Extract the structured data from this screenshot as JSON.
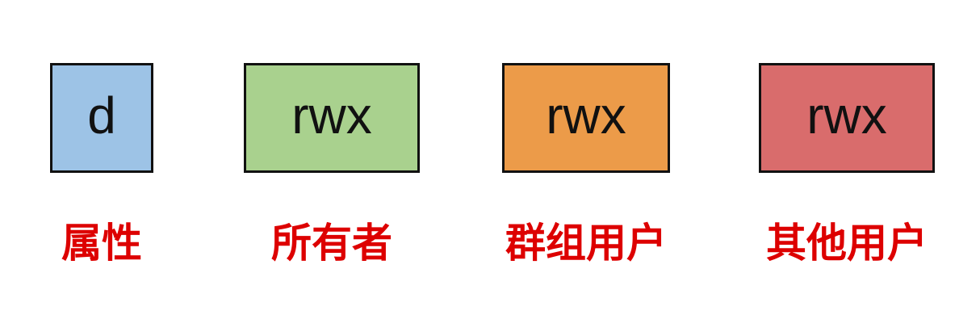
{
  "diagram": {
    "description_colors": {
      "attribute_box": "#9DC3E6",
      "owner_box": "#A9D18E",
      "group_box": "#EC9B49",
      "others_box": "#D96C6C",
      "label_text": "#DD0000",
      "box_border": "#111111"
    },
    "items": [
      {
        "box_text": "d",
        "box_color": "#9DC3E6",
        "label": "属性"
      },
      {
        "box_text": "rwx",
        "box_color": "#A9D18E",
        "label": "所有者"
      },
      {
        "box_text": "rwx",
        "box_color": "#EC9B49",
        "label": "群组用户"
      },
      {
        "box_text": "rwx",
        "box_color": "#D96C6C",
        "label": "其他用户"
      }
    ]
  }
}
